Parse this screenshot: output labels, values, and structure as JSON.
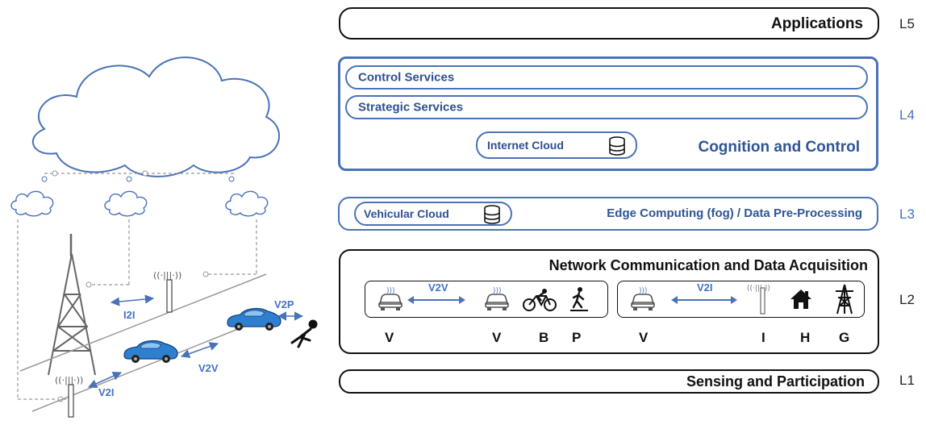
{
  "scene": {
    "link_labels": {
      "i2i": "I2I",
      "v2v": "V2V",
      "v2i": "V2I",
      "v2p": "V2P"
    }
  },
  "layers": {
    "l5": {
      "title": "Applications",
      "level": "L5"
    },
    "l4": {
      "control": "Control Services",
      "strategic": "Strategic Services",
      "cloud": "Internet Cloud",
      "title": "Cognition and Control",
      "level": "L4"
    },
    "l3": {
      "cloud": "Vehicular Cloud",
      "title": "Edge Computing (fog) / Data Pre-Processing",
      "level": "L3"
    },
    "l2": {
      "title": "Network Communication and Data Acquisition",
      "level": "L2",
      "v2v_label": "V2V",
      "v2i_label": "V2I",
      "letters_left": [
        "V",
        "V",
        "B",
        "P"
      ],
      "letters_right": [
        "V",
        "I",
        "H",
        "G"
      ]
    },
    "l1": {
      "title": "Sensing and Participation",
      "level": "L1"
    }
  },
  "colors": {
    "accent": "#4a72b8",
    "ink": "#111111",
    "cloud": "#4a72b8"
  }
}
